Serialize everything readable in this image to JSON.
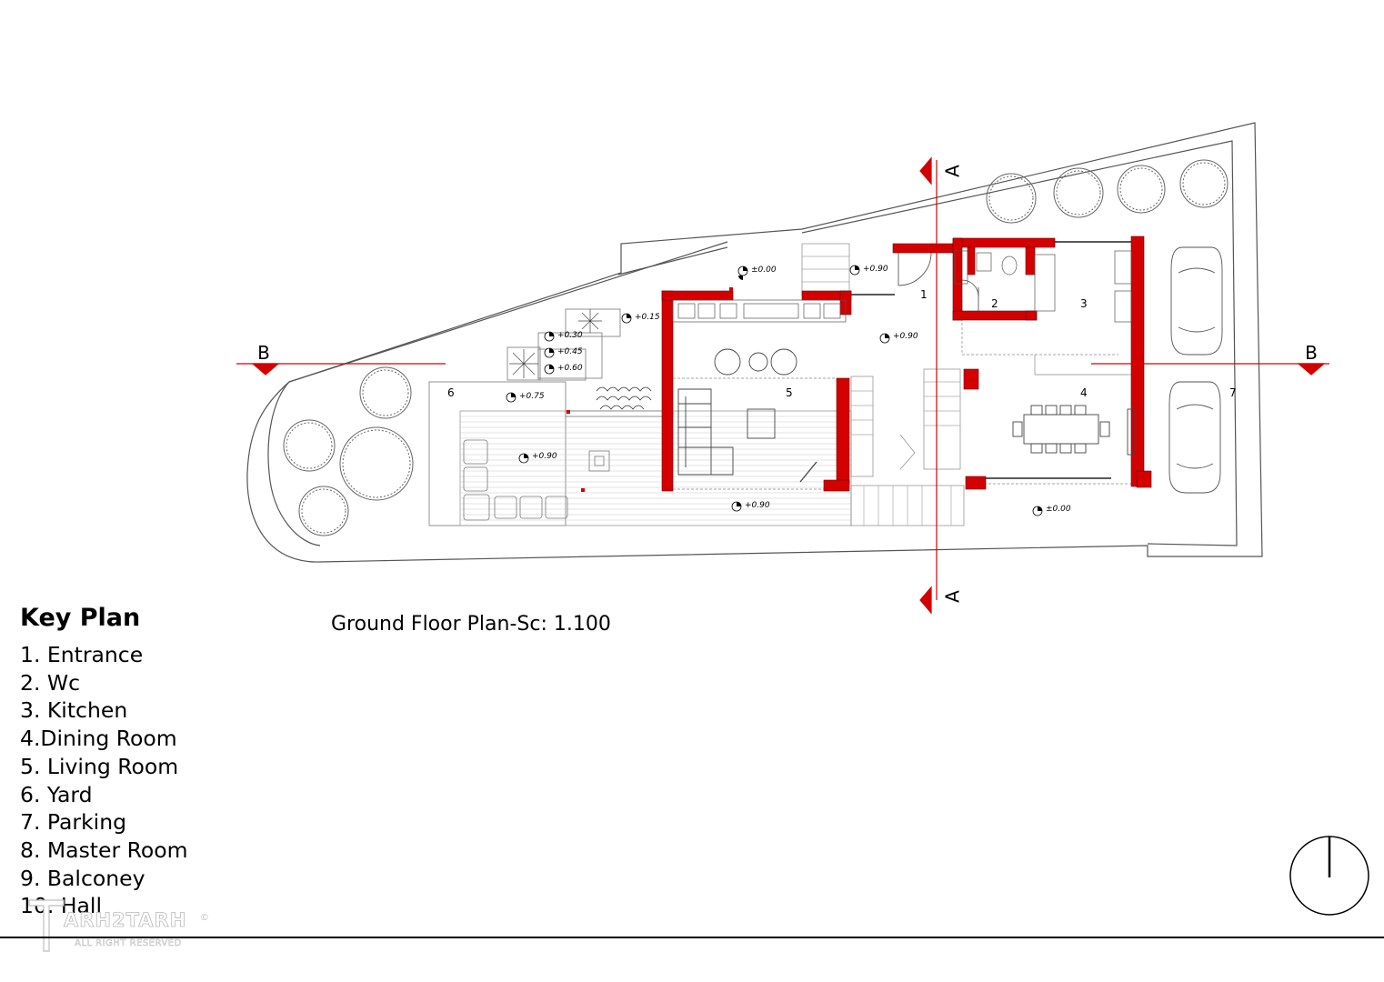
{
  "key_plan": {
    "title": "Key Plan",
    "items": [
      "1. Entrance",
      "2. Wc",
      "3. Kitchen",
      "4.Dining Room",
      "5. Living Room",
      "6. Yard",
      "7. Parking",
      "8. Master Room",
      "9. Balconey",
      "10. Hall"
    ]
  },
  "caption": "Ground Floor Plan-Sc: 1.100",
  "sections": {
    "a": "A",
    "b": "B"
  },
  "rooms": {
    "r1": "1",
    "r2": "2",
    "r3": "3",
    "r4": "4",
    "r5": "5",
    "r6": "6",
    "r7": "7"
  },
  "levels": {
    "l1": "±0.00",
    "l2": "+0.90",
    "l3": "+0.90",
    "l4": "+0.15",
    "l5": "+0.30",
    "l6": "+0.45",
    "l7": "+0.60",
    "l8": "+0.75",
    "l9": "+0.90",
    "l10": "+0.90",
    "l11": "±0.00"
  },
  "watermark": {
    "brand": "ARH2TARH",
    "sub": "ALL RIGHT RESERVED",
    "copyright": "©"
  },
  "colors": {
    "wall": "#d40000",
    "line": "#555555"
  }
}
